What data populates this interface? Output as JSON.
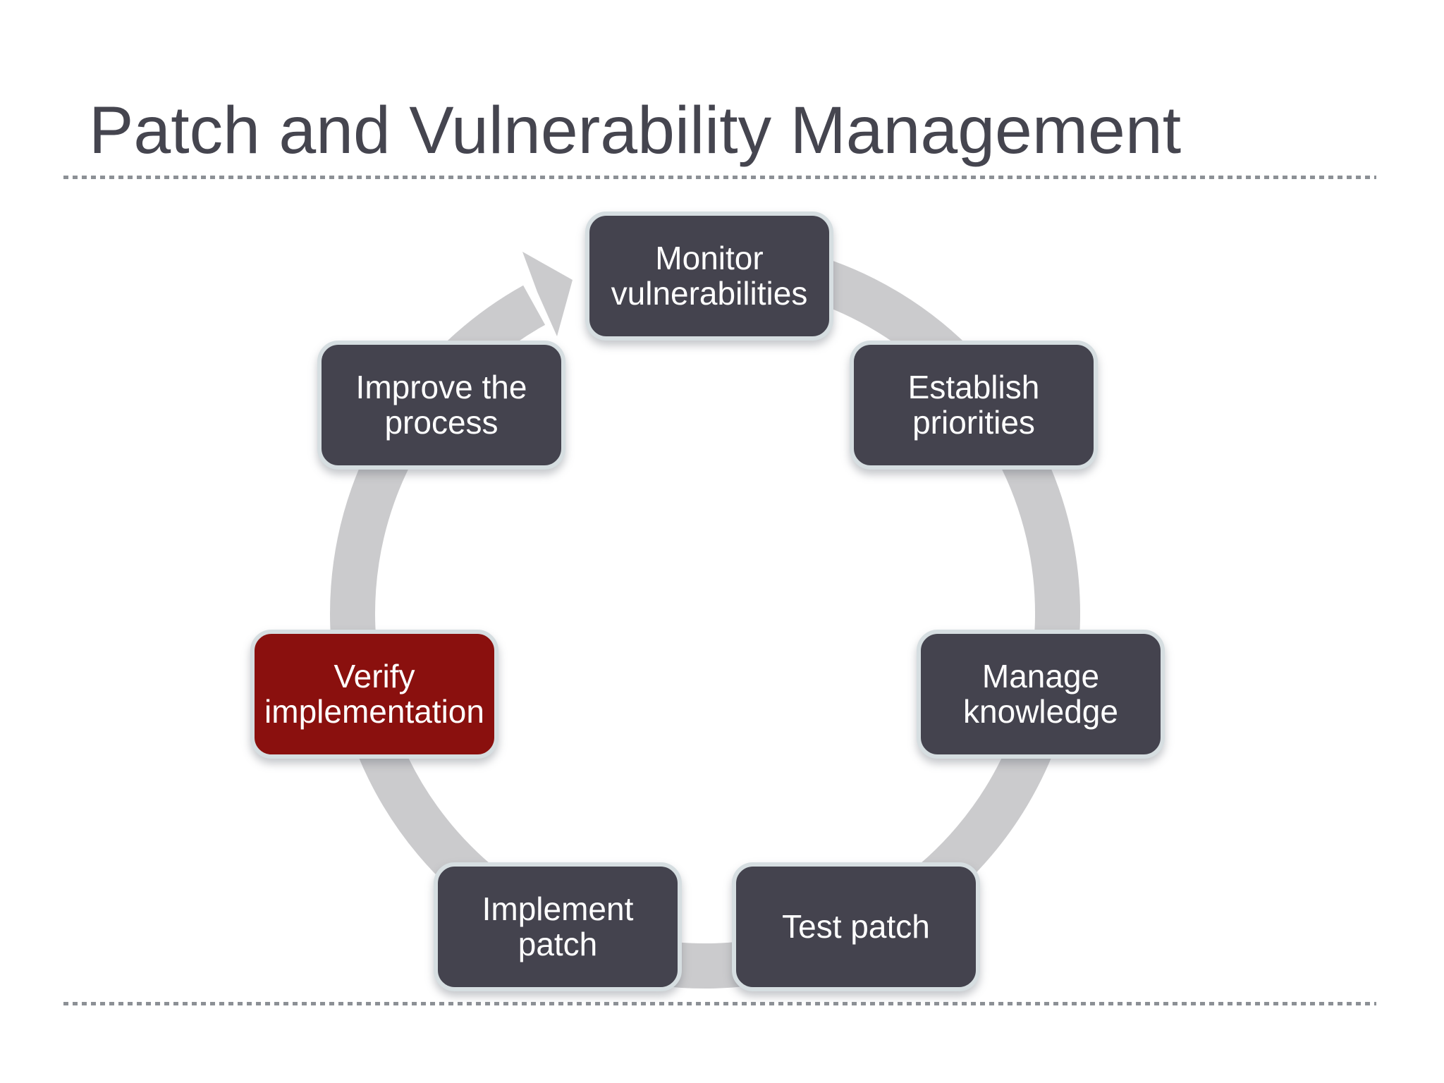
{
  "slide": {
    "title": "Patch and Vulnerability Management"
  },
  "colors": {
    "background": "#FFFFFF",
    "title": "#45454F",
    "divider": "#8C9095",
    "ring": "#CBCBCD",
    "node-fill": "#44434E",
    "node-accent": "#8A100E",
    "node-border": "#D6DEE1",
    "node-text": "#FFFFFF"
  },
  "diagram": {
    "type": "cycle",
    "direction": "clockwise",
    "nodes": [
      {
        "label": "Monitor\nvulnerabilities",
        "highlighted": false
      },
      {
        "label": "Establish\npriorities",
        "highlighted": false
      },
      {
        "label": "Manage\nknowledge",
        "highlighted": false
      },
      {
        "label": "Test patch",
        "highlighted": false
      },
      {
        "label": "Implement\npatch",
        "highlighted": false
      },
      {
        "label": "Verify\nimplementation",
        "highlighted": true
      },
      {
        "label": "Improve the\nprocess",
        "highlighted": false
      }
    ]
  }
}
